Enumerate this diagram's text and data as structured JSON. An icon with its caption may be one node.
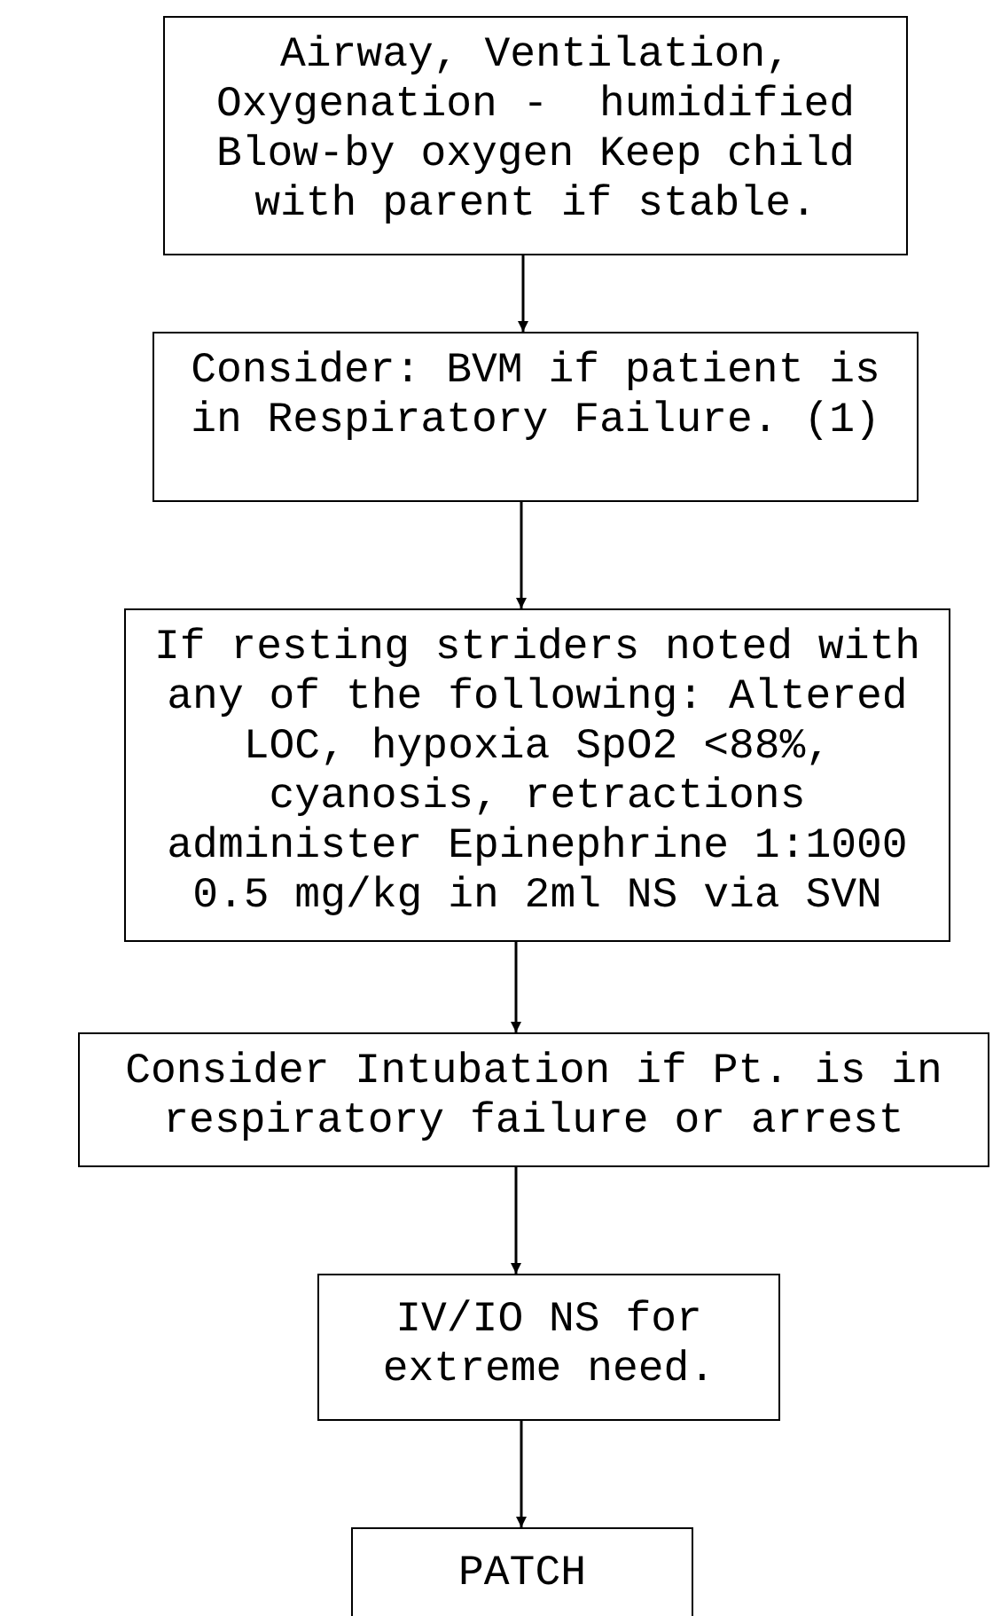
{
  "diagram": {
    "nodes": [
      {
        "text": [
          "Airway, Ventilation, Oxygenation -  humidified Blow-by oxygen Keep child with parent if stable."
        ]
      },
      {
        "text": [
          "Consider: BVM if patient is in Respiratory Failure. (1)"
        ]
      },
      {
        "text": [
          "If resting striders noted with any of the following: Altered LOC, hypoxia SpO2 <88%, cyanosis, retractions administer Epinephrine 1:1000 0.5 mg/kg in 2ml NS via SVN"
        ]
      },
      {
        "text": [
          "Consider Intubation if Pt. is in respiratory failure or arrest"
        ]
      },
      {
        "text": [
          "IV/IO NS for extreme need."
        ]
      },
      {
        "text": [
          "PATCH"
        ]
      }
    ],
    "edges": [
      {
        "from": 0,
        "to": 1,
        "arrow": "to"
      },
      {
        "from": 1,
        "to": 2,
        "arrow": "to"
      },
      {
        "from": 2,
        "to": 3,
        "arrow": "to"
      },
      {
        "from": 3,
        "to": 4,
        "arrow": "to"
      },
      {
        "from": 4,
        "to": 5,
        "arrow": "to"
      }
    ]
  }
}
